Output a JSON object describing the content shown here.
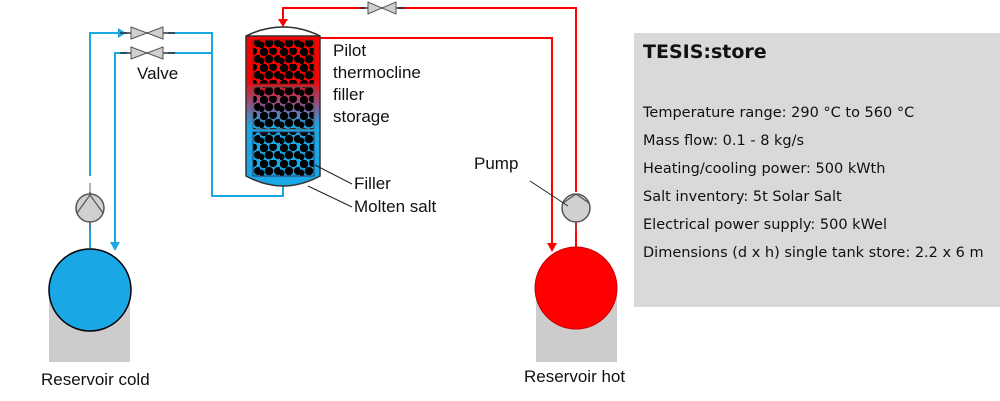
{
  "diagram": {
    "labels": {
      "valve": "Valve",
      "pump": "Pump",
      "tank_title": [
        "Pilot",
        "thermocline",
        "filler",
        "storage"
      ],
      "filler": "Filler",
      "molten_salt": "Molten salt",
      "reservoir_cold": "Reservoir cold",
      "reservoir_hot": "Reservoir hot"
    },
    "colors": {
      "cold": "#1aa7e6",
      "hot": "#ff0000",
      "component_fill": "#d0d0d0",
      "stand": "#cccccc",
      "filler": "#000000"
    }
  },
  "info": {
    "title": "TESIS:store",
    "lines": [
      "Temperature range: 290 °C to 560 °C",
      "Mass flow: 0.1 - 8 kg/s",
      "Heating/cooling power: 500 kWth",
      "Salt inventory: 5t Solar Salt",
      "Electrical power supply: 500 kWel",
      "Dimensions (d x h) single tank store: 2.2 x 6 m"
    ]
  }
}
